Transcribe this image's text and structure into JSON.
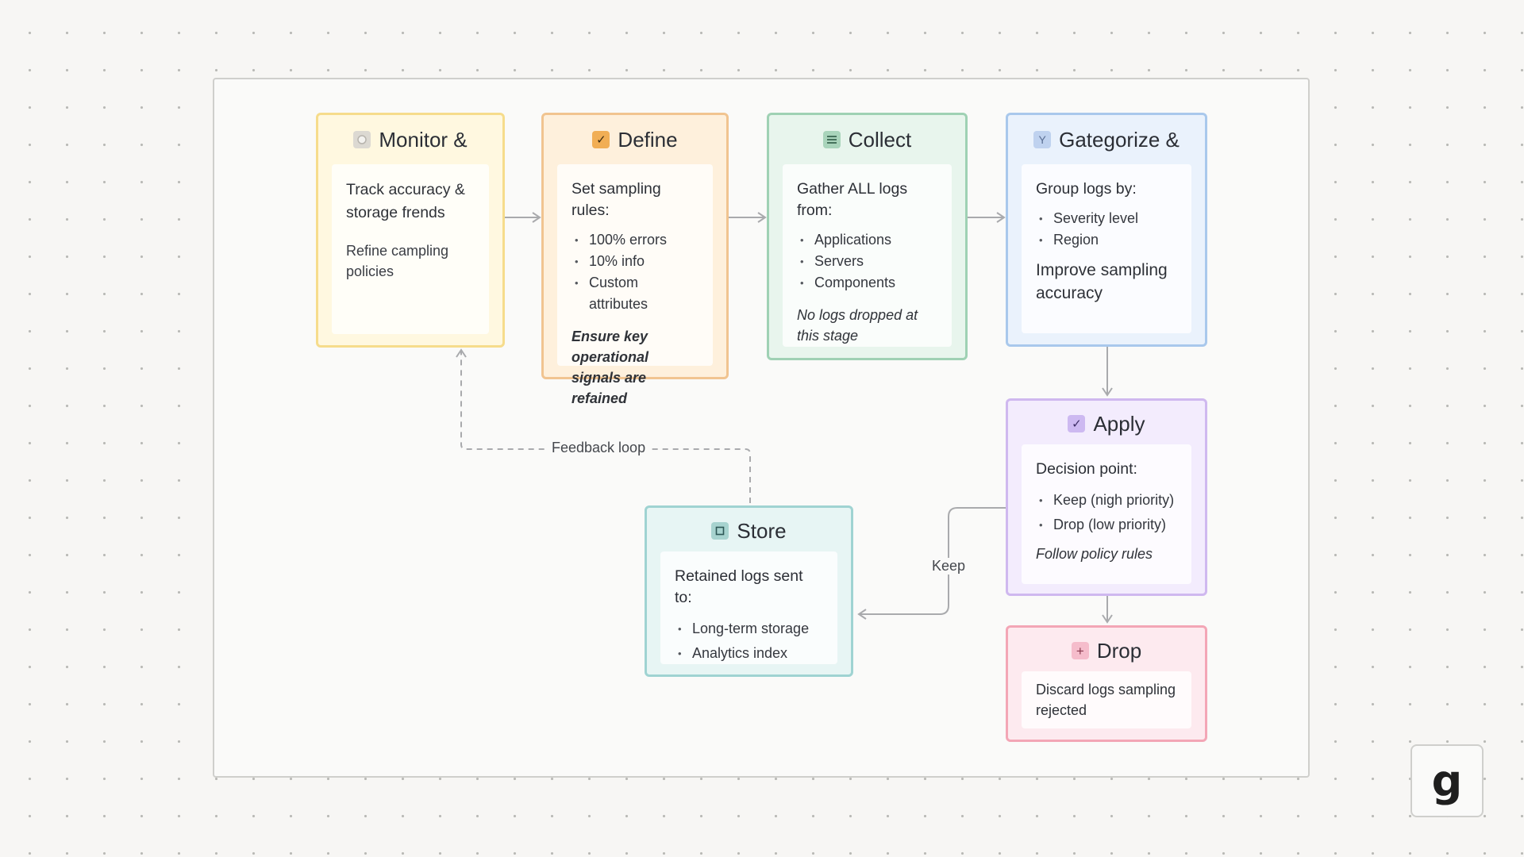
{
  "colors": {
    "monitor": {
      "border": "#f6dc8c",
      "fill": "#fff8e0",
      "icon": "#c9c6c0"
    },
    "define": {
      "border": "#f1c490",
      "fill": "#fef0dc",
      "icon": "#f1ae55"
    },
    "collect": {
      "border": "#9fd1b4",
      "fill": "#e8f5ed",
      "icon": "#a9d4bb"
    },
    "categorize": {
      "border": "#a9c8ec",
      "fill": "#eaf2fc",
      "icon": "#bfd2ef"
    },
    "apply": {
      "border": "#cfb8ef",
      "fill": "#f3ecfd",
      "icon": "#cdb9f1"
    },
    "drop": {
      "border": "#f3a6b6",
      "fill": "#fdeaef",
      "icon": "#f5bccb"
    },
    "store": {
      "border": "#9fd3d2",
      "fill": "#e7f5f4",
      "icon": "#a7d3cf"
    },
    "connector": "#a9aaad"
  },
  "nodes": {
    "monitor": {
      "title": "Monitor &",
      "icon": "circle-icon",
      "text": "Track accuracy & storage frends",
      "subtext": "Refine campling policies"
    },
    "define": {
      "title": "Define",
      "icon": "checkbox-icon",
      "heading": "Set sampling rules:",
      "items": [
        "100% errors",
        "10% info",
        "Custom attributes"
      ],
      "note": "Ensure key operational signals are refained"
    },
    "collect": {
      "title": "Collect",
      "icon": "list-icon",
      "heading": "Gather ALL logs from:",
      "items": [
        "Applications",
        "Servers",
        "Components"
      ],
      "note": "No logs dropped at this stage"
    },
    "categorize": {
      "title": "Gategorize &",
      "icon": "filter-icon",
      "heading": "Group logs by:",
      "items": [
        "Severity level",
        "Region"
      ],
      "note": "Improve sampling accuracy"
    },
    "apply": {
      "title": "Apply",
      "icon": "checkbox-icon",
      "heading": "Decision point:",
      "items": [
        "Keep (nigh priority)",
        "Drop (low priority)"
      ],
      "note": "Follow policy rules"
    },
    "drop": {
      "title": "Drop",
      "icon": "plus-icon",
      "text": "Discard logs sampling rejected"
    },
    "store": {
      "title": "Store",
      "icon": "square-icon",
      "heading": "Retained logs sent to:",
      "items": [
        "Long-term storage",
        "Analytics index"
      ]
    }
  },
  "edges": {
    "feedback_label": "Feedback loop",
    "keep_label": "Keep"
  },
  "brand": {
    "logo_text": "g"
  }
}
